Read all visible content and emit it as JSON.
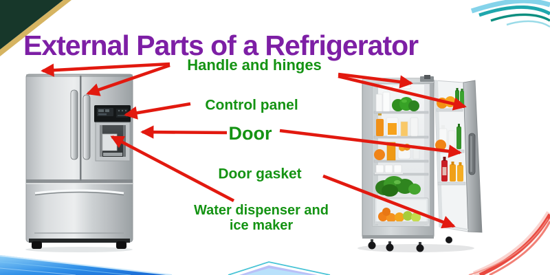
{
  "title": "External Parts of a Refrigerator",
  "labels": {
    "handle_and_hinges": "Handle and hinges",
    "control_panel": "Control panel",
    "door": "Door",
    "door_gasket": "Door gasket",
    "water_dispenser_line1": "Water dispenser and",
    "water_dispenser_line2": "ice maker"
  },
  "colors": {
    "title_text": "#7d1fa5",
    "label_text": "#149313",
    "arrow": "#e2190f"
  }
}
